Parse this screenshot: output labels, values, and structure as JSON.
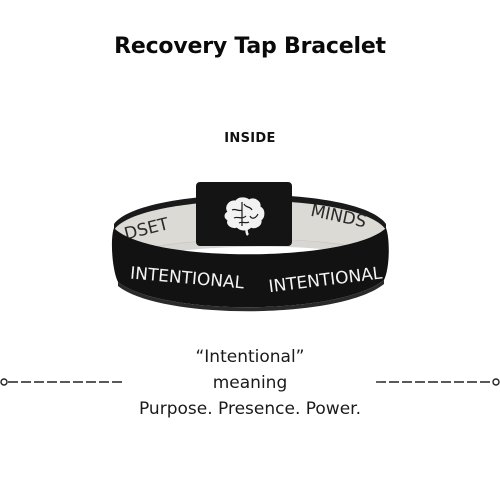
{
  "title": "Recovery Tap Bracelet",
  "view_label": "INSIDE",
  "bracelet": {
    "outer_text_left": "INTENTIONAL",
    "outer_text_right": "INTENTIONAL",
    "inner_text_left": "DSET",
    "inner_text_right": "MINDS",
    "band_color": "#111111",
    "inner_color": "#d9d7d2",
    "icon": "brain-icon"
  },
  "caption": {
    "line1": "“Intentional”",
    "line2": "meaning",
    "line3": "Purpose. Presence. Power."
  }
}
